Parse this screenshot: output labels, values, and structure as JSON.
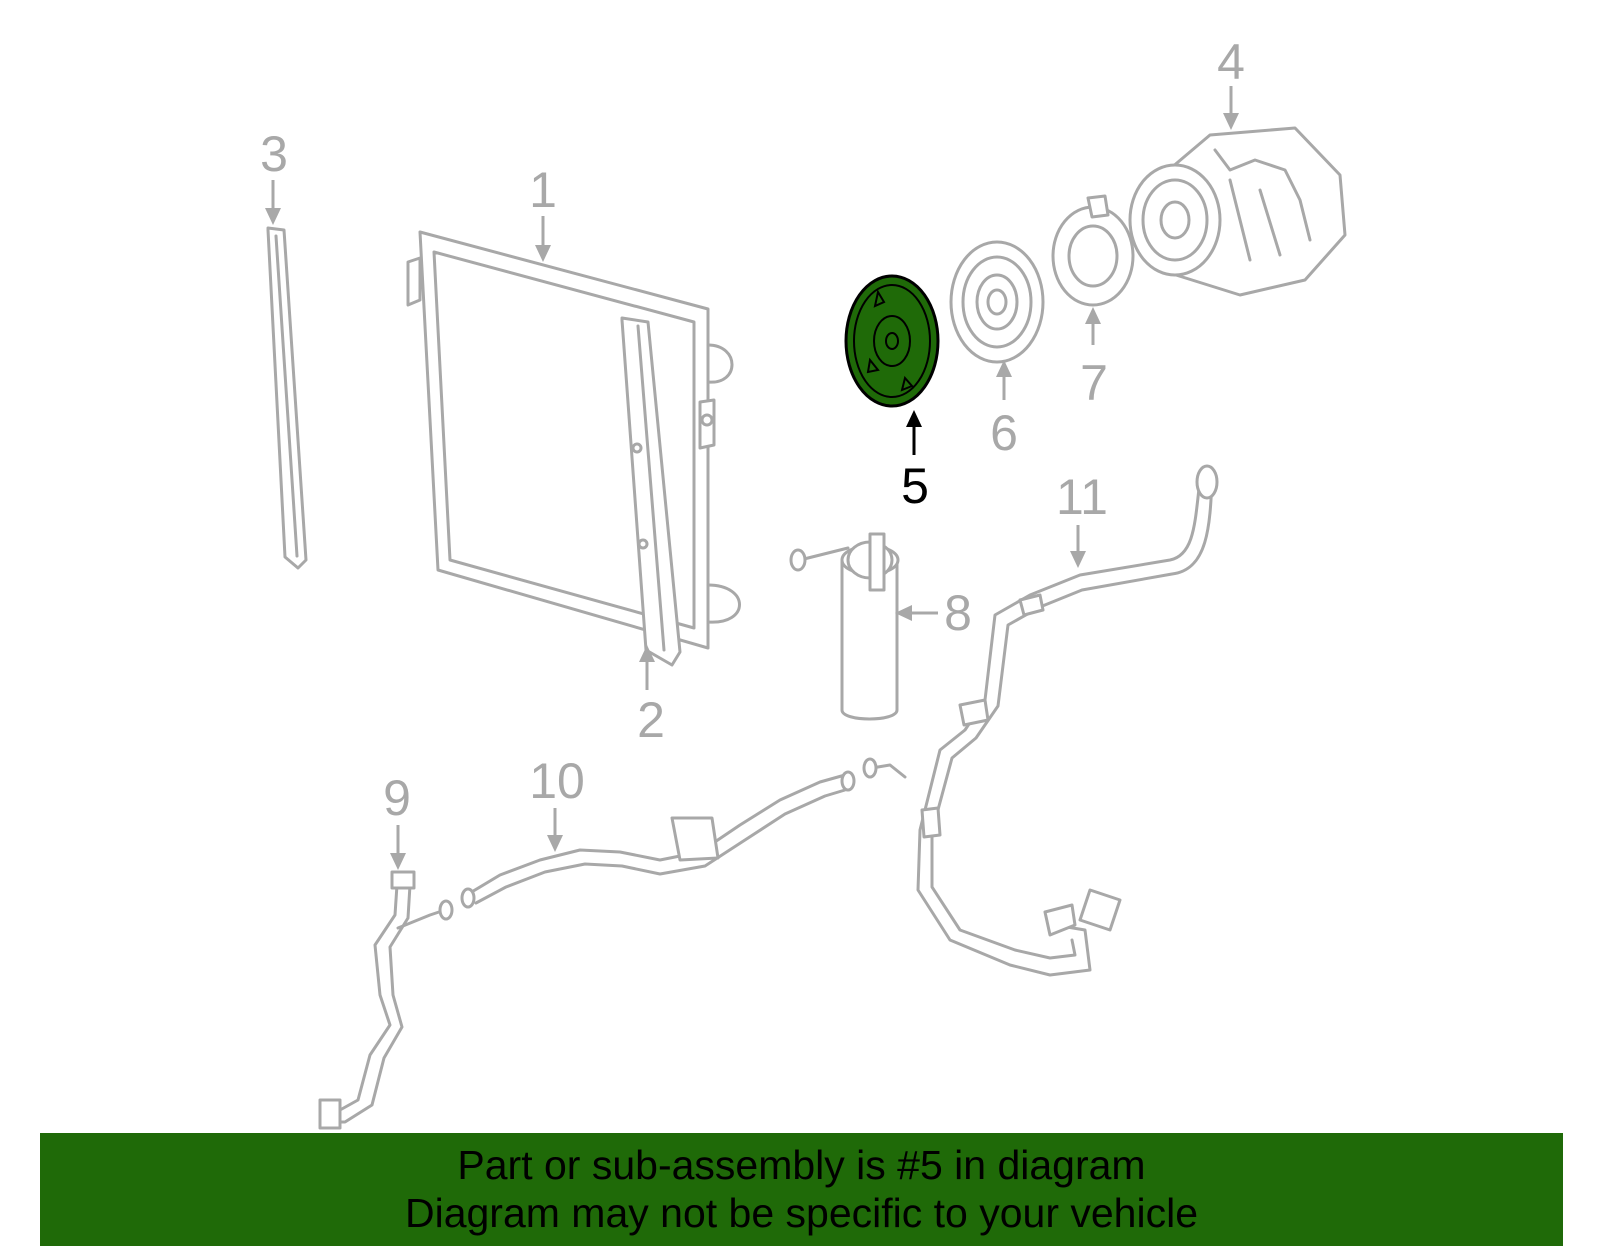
{
  "diagram": {
    "highlighted_part": "5",
    "callouts": [
      "1",
      "2",
      "3",
      "4",
      "5",
      "6",
      "7",
      "8",
      "9",
      "10",
      "11"
    ],
    "highlight_color": "#1f6a08",
    "part_line_color": "#a8a8a8"
  },
  "banner": {
    "line1": "Part or sub-assembly is #5 in diagram",
    "line2": "Diagram may not be specific to your vehicle",
    "background_color": "#1f6a08"
  }
}
